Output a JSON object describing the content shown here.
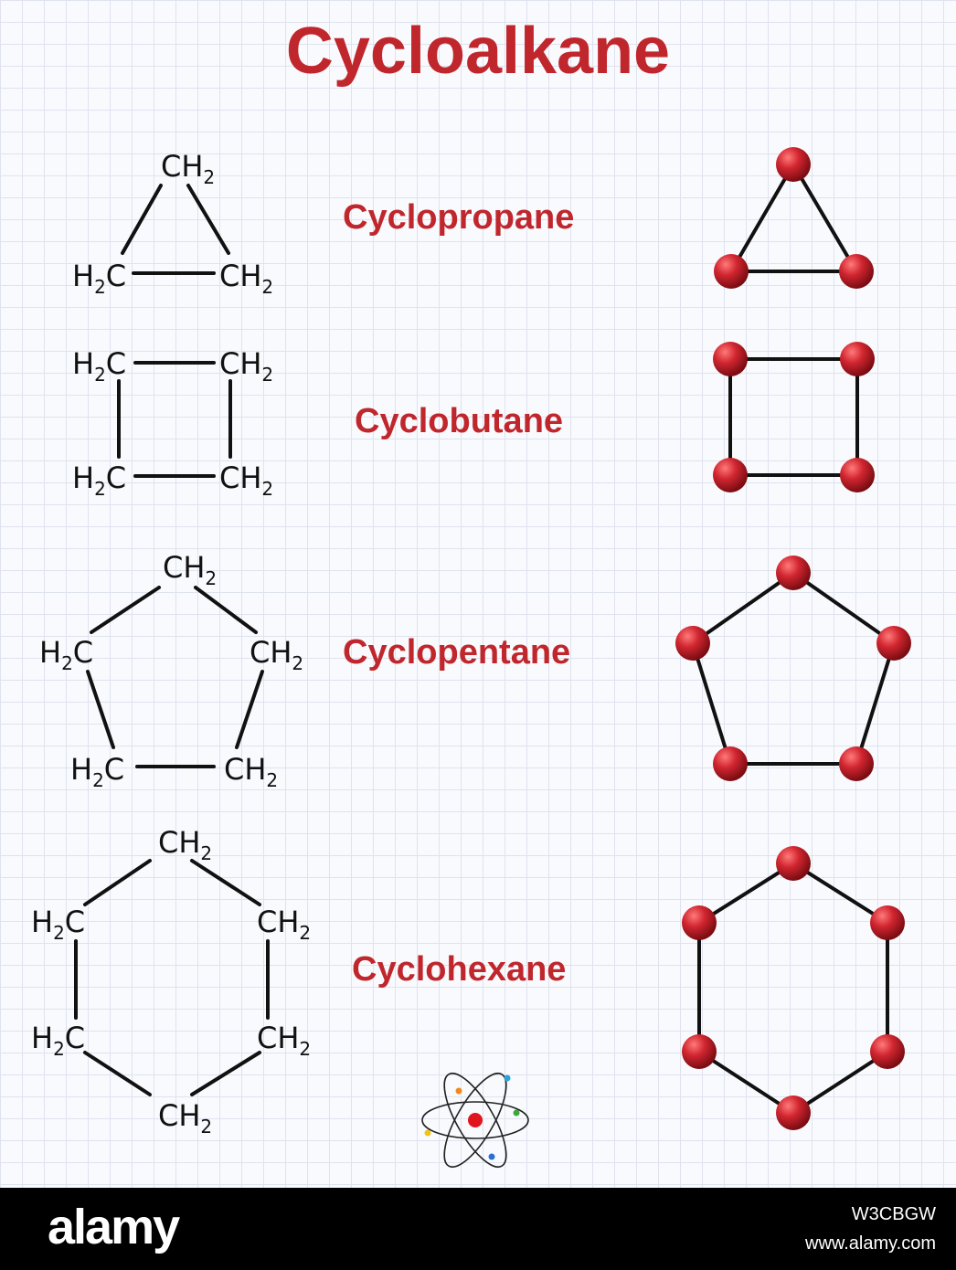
{
  "title": "Cycloalkane",
  "labels": {
    "ch2": "CH",
    "h2c_h": "H",
    "h2c_c": "C",
    "sub": "2"
  },
  "molecules": [
    {
      "name": "Cyclopropane"
    },
    {
      "name": "Cyclobutane"
    },
    {
      "name": "Cyclopentane"
    },
    {
      "name": "Cyclohexane"
    }
  ],
  "ball_color": "#c0202a",
  "accent_color": "#c0272d",
  "footer": {
    "logo": "alamy",
    "image_id": "W3CBGW",
    "site": "www.alamy.com"
  }
}
